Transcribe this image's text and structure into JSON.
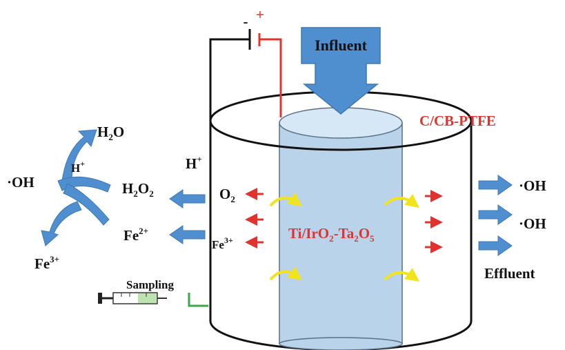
{
  "labels": {
    "influent": "Influent",
    "cathode": "C/CB-PTFE",
    "anode_base": "Ti/IrO",
    "anode_sub1": "2",
    "anode_mid": "-Ta",
    "anode_sub2": "2",
    "anode_end": "O",
    "anode_sub3": "5",
    "effluent": "Effluent",
    "sampling": "Sampling",
    "polarity_minus": "-",
    "polarity_plus": "+",
    "h_plus_inner": "H",
    "h_plus_inner_sup": "+",
    "h_plus_cycle": "H",
    "h_plus_cycle_sup": "+",
    "o2": "O",
    "o2_sub": "2",
    "fe3_inner": "Fe",
    "fe3_inner_sup": "3+",
    "h2o2": "H",
    "h2o2_sub1": "2",
    "h2o2_o": "O",
    "h2o2_sub2": "2",
    "fe2": "Fe",
    "fe2_sup": "2+",
    "h2o": "H",
    "h2o_sub": "2",
    "h2o_o": "O",
    "oh_left": "·OH",
    "fe3_cycle": "Fe",
    "fe3_cycle_sup": "3+",
    "oh_right_1": "·OH",
    "oh_right_2": "·OH"
  },
  "colors": {
    "electrode": "#b9d3ea",
    "electrode_top": "#d6e7f5",
    "arrow_blue": "#4f8fd0",
    "arrow_blue_dark": "#3f78b4",
    "red": "#e0332f",
    "yellow": "#f2e41c",
    "green": "#3aa84a",
    "wire_black": "#111111"
  }
}
